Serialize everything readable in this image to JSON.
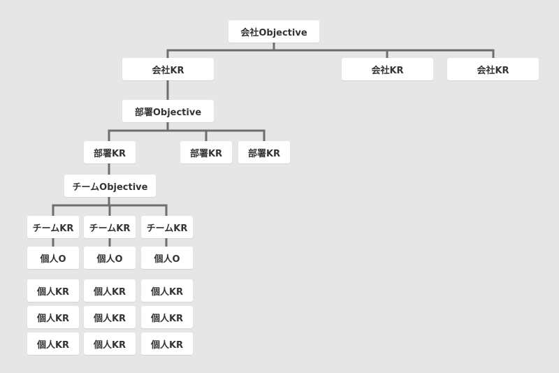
{
  "company": {
    "objective": "会社Objective",
    "krs": [
      "会社KR",
      "会社KR",
      "会社KR"
    ]
  },
  "department": {
    "objective": "部署Objective",
    "krs": [
      "部署KR",
      "部署KR",
      "部署KR"
    ]
  },
  "team": {
    "objective": "チームObjective",
    "krs": [
      "チームKR",
      "チームKR",
      "チームKR"
    ]
  },
  "individual": {
    "objectives": [
      "個人O",
      "個人O",
      "個人O"
    ],
    "kr_rows": [
      [
        "個人KR",
        "個人KR",
        "個人KR"
      ],
      [
        "個人KR",
        "個人KR",
        "個人KR"
      ],
      [
        "個人KR",
        "個人KR",
        "個人KR"
      ]
    ]
  }
}
